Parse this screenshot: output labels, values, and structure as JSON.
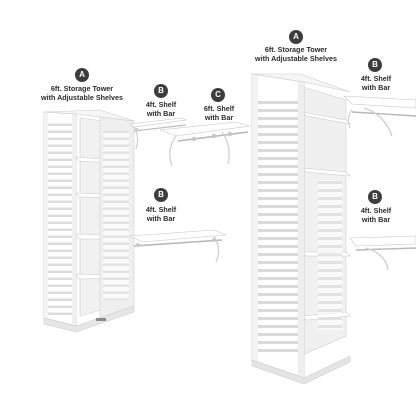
{
  "callouts": [
    {
      "letter": "A",
      "line1": "6ft. Storage Tower",
      "line2": "with Adjustable Shelves"
    },
    {
      "letter": "B",
      "line1": "4ft. Shelf",
      "line2": "with Bar"
    },
    {
      "letter": "C",
      "line1": "6ft. Shelf",
      "line2": "with Bar"
    },
    {
      "letter": "A",
      "line1": "6ft. Storage Tower",
      "line2": "with Adjustable Shelves"
    },
    {
      "letter": "B",
      "line1": "4ft. Shelf",
      "line2": "with Bar"
    },
    {
      "letter": "B",
      "line1": "4ft. Shelf",
      "line2": "with Bar"
    },
    {
      "letter": "B",
      "line1": "4ft. Shelf",
      "line2": "with Bar"
    }
  ],
  "colors": {
    "badge": "#3d3d3d",
    "wood": "#ffffff",
    "shadow": "#e4e4e4",
    "outline": "#c9c9c9"
  }
}
